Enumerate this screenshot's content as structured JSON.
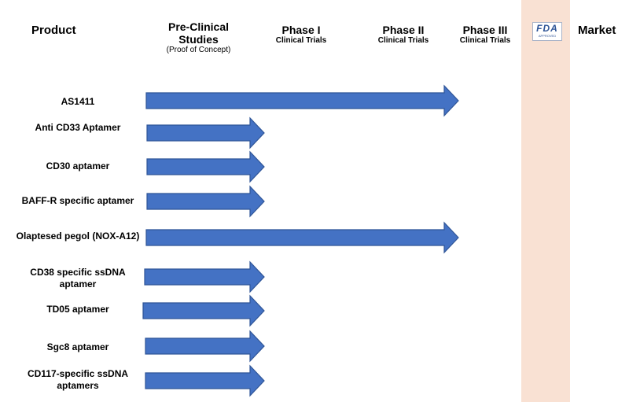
{
  "headers": {
    "product": "Product",
    "preclinical": {
      "title": "Pre-Clinical Studies",
      "sub": "(Proof of Concept)"
    },
    "phase1": {
      "title": "Phase I",
      "sub": "Clinical Trials"
    },
    "phase2": {
      "title": "Phase II",
      "sub": "Clinical Trials"
    },
    "phase3": {
      "title": "Phase III",
      "sub": "Clinical Trials"
    },
    "fda_logo": {
      "text": "FDA",
      "sub": "APPROVED"
    },
    "market": "Market"
  },
  "colors": {
    "arrow": "#4472c4",
    "arrow_border": "#2f5597",
    "fda_band": "#f9e1d3"
  },
  "stages": [
    "Pre-Clinical Studies",
    "Phase I",
    "Phase II",
    "Phase III",
    "Market"
  ],
  "products": [
    {
      "name": "AS1411",
      "stage_reached": "Phase III"
    },
    {
      "name": "Anti CD33 Aptamer",
      "stage_reached": "Pre-Clinical Studies"
    },
    {
      "name": "CD30 aptamer",
      "stage_reached": "Pre-Clinical Studies"
    },
    {
      "name": "BAFF-R specific aptamer",
      "stage_reached": "Pre-Clinical Studies"
    },
    {
      "name": "Olaptesed pegol (NOX-A12)",
      "stage_reached": "Phase III"
    },
    {
      "name": "CD38 specific ssDNA aptamer",
      "stage_reached": "Pre-Clinical Studies"
    },
    {
      "name": "TD05 aptamer",
      "stage_reached": "Pre-Clinical Studies"
    },
    {
      "name": "Sgc8 aptamer",
      "stage_reached": "Pre-Clinical Studies"
    },
    {
      "name": "CD117-specific ssDNA aptamers",
      "stage_reached": "Pre-Clinical Studies"
    }
  ]
}
